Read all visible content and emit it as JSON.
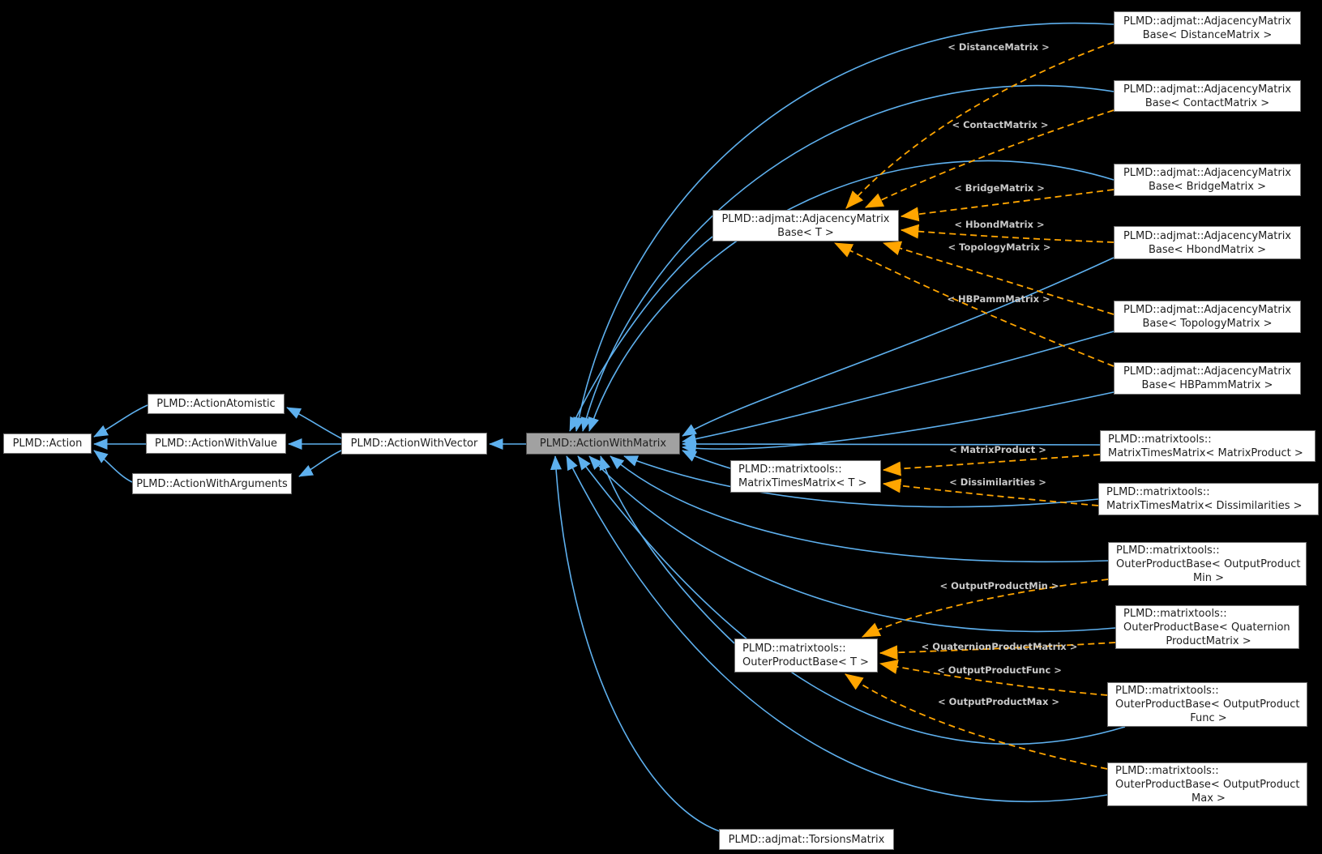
{
  "diagram": {
    "colors": {
      "background": "#000000",
      "inheritance_edge_blue": "#5eb0ee",
      "template_edge_orange": "#ffa500",
      "node_background": "#ffffff",
      "node_border": "#737373",
      "highlighted_node_background": "#a1a1a1",
      "highlighted_node_border": "#4d4d4d",
      "edge_label_text": "#c9c9c9",
      "node_text": "#1f1f1f"
    }
  },
  "nodes": {
    "action": {
      "lines": [
        "PLMD::Action"
      ]
    },
    "atomistic": {
      "lines": [
        "PLMD::ActionAtomistic"
      ]
    },
    "with_value": {
      "lines": [
        "PLMD::ActionWithValue"
      ]
    },
    "with_args": {
      "lines": [
        "PLMD::ActionWithArguments"
      ]
    },
    "with_vector": {
      "lines": [
        "PLMD::ActionWithVector"
      ]
    },
    "with_matrix": {
      "lines": [
        "PLMD::ActionWithMatrix"
      ]
    },
    "adjbase_t": {
      "lines": [
        "PLMD::adjmat::AdjacencyMatrix",
        "Base< T >"
      ]
    },
    "adjbase_distance": {
      "lines": [
        "PLMD::adjmat::AdjacencyMatrix",
        "Base< DistanceMatrix >"
      ]
    },
    "adjbase_contact": {
      "lines": [
        "PLMD::adjmat::AdjacencyMatrix",
        "Base< ContactMatrix >"
      ]
    },
    "adjbase_bridge": {
      "lines": [
        "PLMD::adjmat::AdjacencyMatrix",
        "Base< BridgeMatrix >"
      ]
    },
    "adjbase_hbond": {
      "lines": [
        "PLMD::adjmat::AdjacencyMatrix",
        "Base< HbondMatrix >"
      ]
    },
    "adjbase_topology": {
      "lines": [
        "PLMD::adjmat::AdjacencyMatrix",
        "Base< TopologyMatrix >"
      ]
    },
    "adjbase_hbpamm": {
      "lines": [
        "PLMD::adjmat::AdjacencyMatrix",
        "Base< HBPammMatrix >"
      ]
    },
    "mtm_t": {
      "lines": [
        "PLMD::matrixtools::",
        "MatrixTimesMatrix< T >"
      ]
    },
    "mtm_product": {
      "lines": [
        "PLMD::matrixtools::",
        "MatrixTimesMatrix< MatrixProduct >"
      ]
    },
    "mtm_dissim": {
      "lines": [
        "PLMD::matrixtools::",
        "MatrixTimesMatrix< Dissimilarities >"
      ]
    },
    "opb_t": {
      "lines": [
        "PLMD::matrixtools::",
        "OuterProductBase< T >"
      ]
    },
    "opb_min": {
      "lines": [
        "PLMD::matrixtools::",
        "OuterProductBase< OutputProduct",
        "Min >"
      ]
    },
    "opb_quat": {
      "lines": [
        "PLMD::matrixtools::",
        "OuterProductBase< Quaternion",
        "ProductMatrix >"
      ]
    },
    "opb_func": {
      "lines": [
        "PLMD::matrixtools::",
        "OuterProductBase< OutputProduct",
        "Func >"
      ]
    },
    "opb_max": {
      "lines": [
        "PLMD::matrixtools::",
        "OuterProductBase< OutputProduct",
        "Max >"
      ]
    },
    "torsions": {
      "lines": [
        "PLMD::adjmat::TorsionsMatrix"
      ]
    }
  },
  "edge_labels": {
    "distance": "< DistanceMatrix >",
    "contact": "< ContactMatrix >",
    "bridge": "< BridgeMatrix >",
    "hbond": "< HbondMatrix >",
    "topology": "< TopologyMatrix >",
    "hbpamm": "< HBPammMatrix >",
    "matrix_product": "< MatrixProduct >",
    "dissimilarities": "< Dissimilarities >",
    "output_min": "< OutputProductMin >",
    "quaternion": "< QuaternionProductMatrix >",
    "output_func": "< OutputProductFunc >",
    "output_max": "< OutputProductMax >"
  }
}
